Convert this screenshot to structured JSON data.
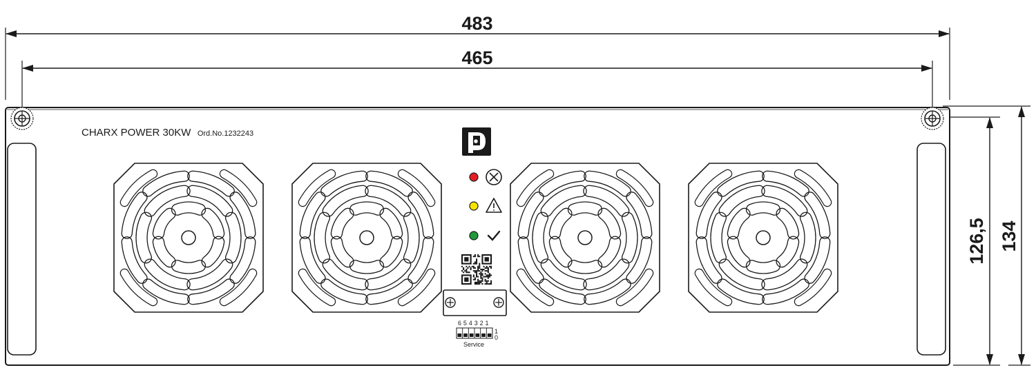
{
  "dimensions": {
    "overall_width": "483",
    "mounting_width": "465",
    "inner_height": "126,5",
    "overall_height": "134"
  },
  "label": {
    "product": "CHARX POWER 30KW",
    "order": "Ord.No.1232243"
  },
  "status": [
    {
      "name": "error",
      "color": "#e31e24",
      "icon": "circle-x-icon"
    },
    {
      "name": "warning",
      "color": "#f5e400",
      "icon": "warning-triangle-icon"
    },
    {
      "name": "ok",
      "color": "#1f9a3a",
      "icon": "checkmark-icon"
    }
  ],
  "service": {
    "label": "Service",
    "switch_numbers": "6 5 4 3 2 1",
    "state_on": "1",
    "state_off": "0"
  },
  "logo": "phoenix-contact-logo"
}
